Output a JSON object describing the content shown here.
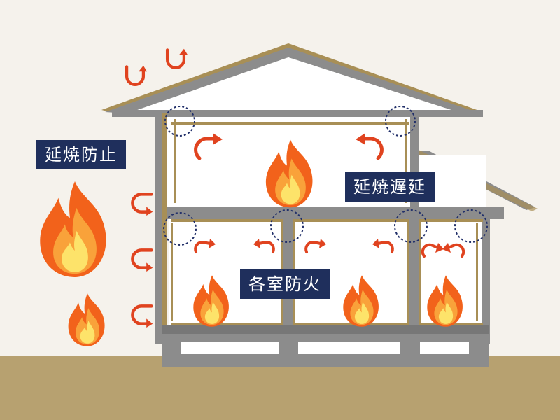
{
  "labels": {
    "fire_spread_prevention": "延焼防止",
    "fire_spread_delay": "延焼遅延",
    "room_fire_protection": "各室防火"
  },
  "colors": {
    "label_bg": "#1f2f5c",
    "label_text": "#ffffff",
    "ground": "#b7a170",
    "wall_gray": "#8c8c8c",
    "beam_gold": "#a88f56",
    "arrow_red": "#e0431f",
    "flame_orange": "#f2621b",
    "flame_yellow": "#fbd84a",
    "circle_marker": "#22306a"
  },
  "icons": {
    "flame": "flame-icon",
    "curved_arrow": "curved-arrow-icon",
    "dashed_circle": "dashed-circle-marker"
  }
}
